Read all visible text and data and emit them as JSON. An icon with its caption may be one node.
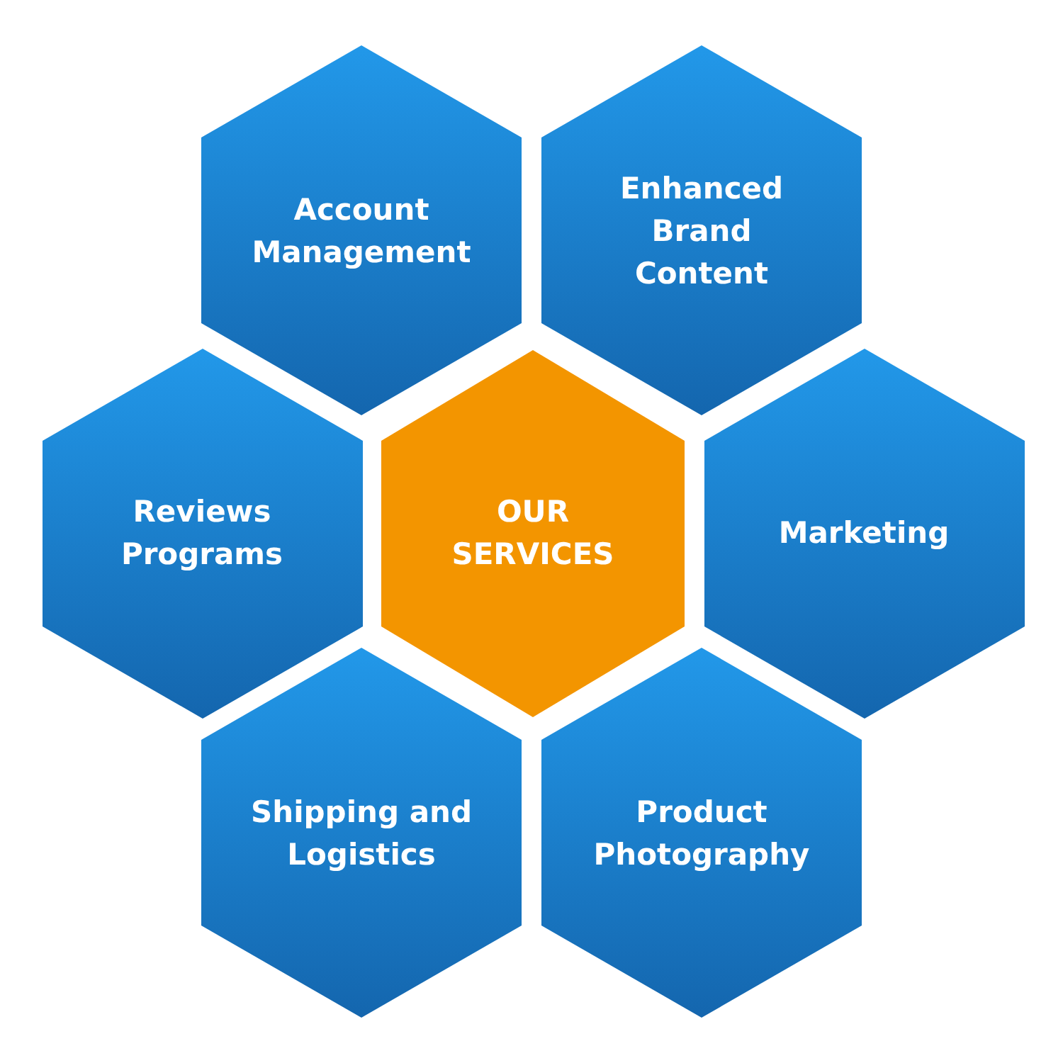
{
  "diagram": {
    "nodes": [
      {
        "text": [
          "Account Management"
        ]
      },
      {
        "text": [
          "Enhanced Brand Content"
        ]
      },
      {
        "text": [
          "Reviews Programs"
        ]
      },
      {
        "text": [
          "OUR SERVICES"
        ]
      },
      {
        "text": [
          "Marketing"
        ]
      },
      {
        "text": [
          "Shipping and Logistics"
        ]
      },
      {
        "text": [
          "Product Photography"
        ]
      }
    ]
  }
}
